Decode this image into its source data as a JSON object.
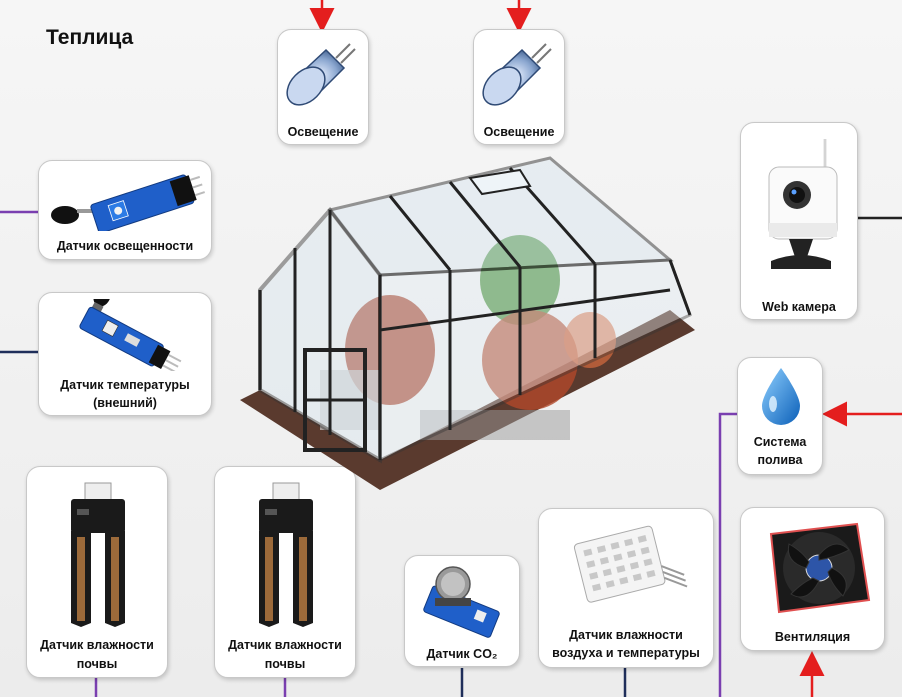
{
  "title": "Теплица",
  "devices": {
    "light1": "Освещение",
    "light2": "Освещение",
    "light_sensor": "Датчик освещенности",
    "temp_sensor_line1": "Датчик температуры",
    "temp_sensor_line2": "(внешний)",
    "webcam": "Web камера",
    "watering_line1": "Система",
    "watering_line2": "полива",
    "soil1_line1": "Датчик влажности",
    "soil1_line2": "почвы",
    "soil2_line1": "Датчик влажности",
    "soil2_line2": "почвы",
    "co2": "Датчик CO₂",
    "air_line1": "Датчик влажности",
    "air_line2": "воздуха и температуры",
    "ventilation": "Вентиляция"
  },
  "colors": {
    "arrow_red": "#e41e1e",
    "wire_purple": "#7a3fb0",
    "wire_navy": "#1f2e5a",
    "wire_black": "#222222"
  },
  "icons": {
    "light": "halogen-lamp-icon",
    "light_sensor": "light-sensor-module-icon",
    "temp_sensor": "temperature-sensor-module-icon",
    "webcam": "webcam-icon",
    "watering": "water-drop-icon",
    "soil": "soil-moisture-probe-icon",
    "co2": "gas-sensor-icon",
    "air": "humidity-temperature-sensor-icon",
    "ventilation": "fan-icon",
    "center": "greenhouse-illustration"
  }
}
